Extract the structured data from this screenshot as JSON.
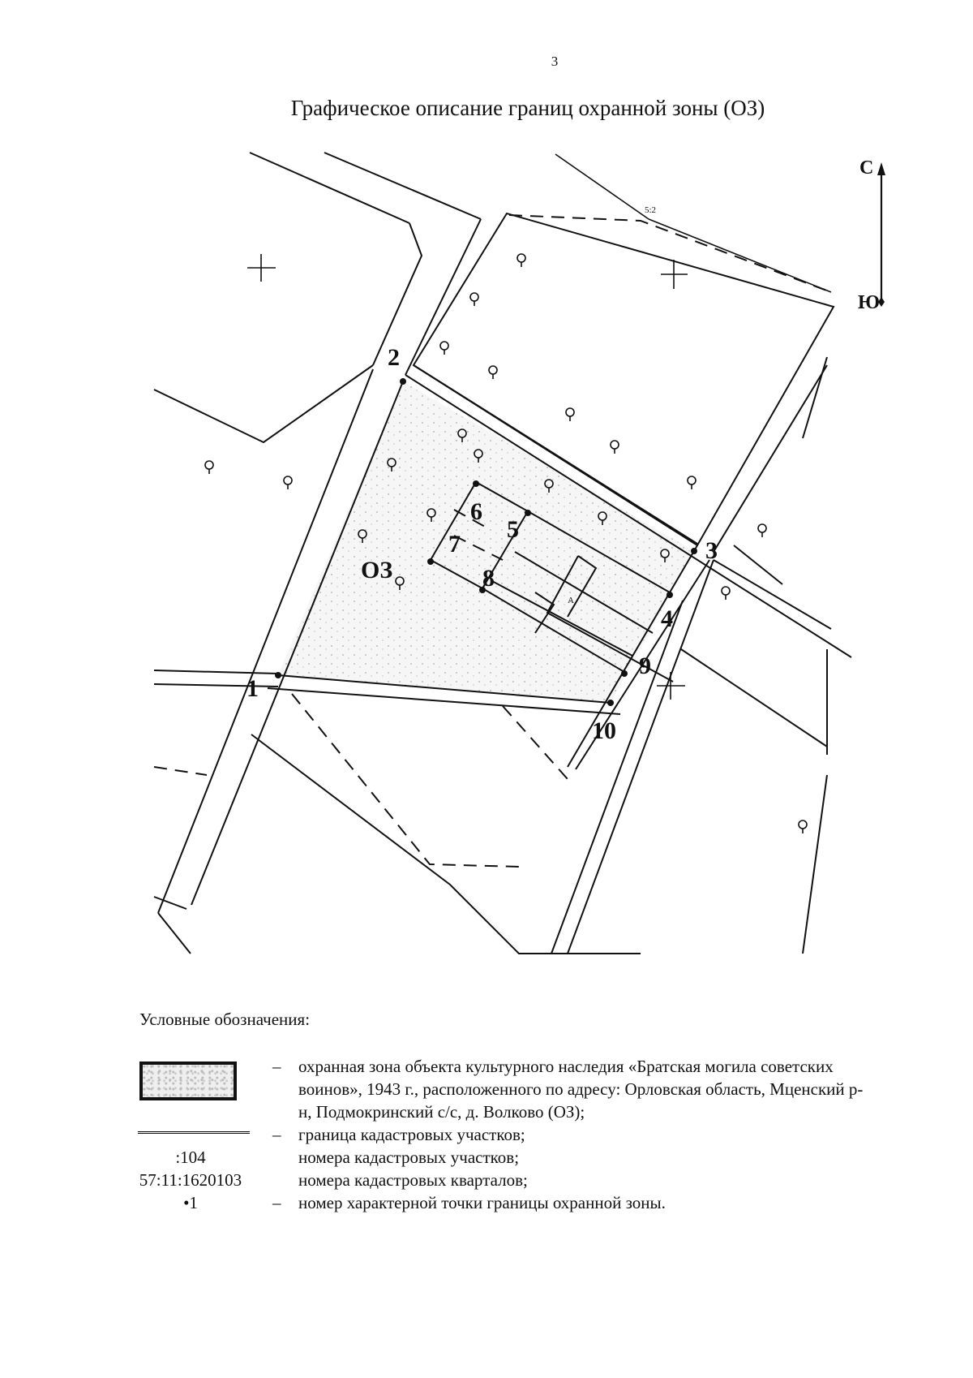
{
  "page": {
    "number": "3",
    "title": "Графическое описание границ охранной зоны (ОЗ)"
  },
  "map": {
    "zone_label": "ОЗ",
    "compass": {
      "north": "С",
      "south": "Ю"
    },
    "points": [
      {
        "label": "1"
      },
      {
        "label": "2"
      },
      {
        "label": "3"
      },
      {
        "label": "4"
      },
      {
        "label": "5"
      },
      {
        "label": "6"
      },
      {
        "label": "7"
      },
      {
        "label": "8"
      },
      {
        "label": "9"
      },
      {
        "label": "10"
      }
    ],
    "monument_mark": "А",
    "dashed_mark": "5:2"
  },
  "legend": {
    "title": "Условные обозначения:",
    "items": [
      {
        "symbol": "zone-swatch",
        "dash": "–",
        "text": "охранная зона объекта культурного наследия «Братская могила советских воинов», 1943 г., расположенного по адресу: Орловская область, Мценский р-н, Подмокринский с/с, д. Волково (ОЗ);"
      },
      {
        "symbol": "boundary-line",
        "dash": "–",
        "text": "граница кадастровых участков;"
      },
      {
        "symbol": ":104",
        "dash": "",
        "text": "номера кадастровых участков;"
      },
      {
        "symbol": "57:11:1620103",
        "dash": "",
        "text": "номера кадастровых кварталов;"
      },
      {
        "symbol": "•1",
        "dash": "–",
        "text": "номер характерной точки границы охранной зоны."
      }
    ]
  }
}
